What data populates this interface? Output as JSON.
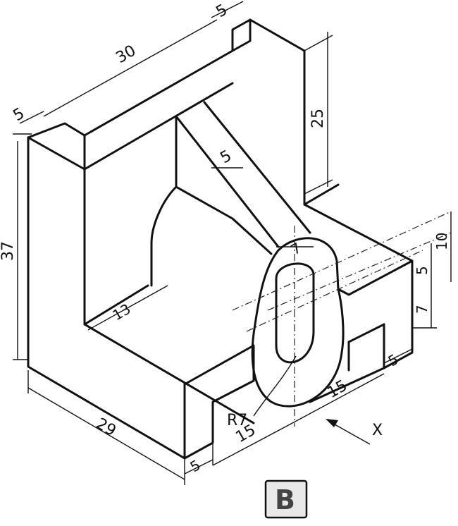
{
  "dimensions": {
    "top_width": "30",
    "top_left_thickness": "5",
    "top_right_thickness": "5",
    "back_height": "25",
    "rib_thickness": "5",
    "overall_height": "37",
    "slot_height_total": "10",
    "slot_upper": "5",
    "slot_lower": "7",
    "slot_width": "7",
    "inner_depth": "13",
    "base_depth": "29",
    "base_step": "5",
    "boss_offset_left": "15",
    "boss_offset_right": "15",
    "right_step": "5",
    "radius": "R7"
  },
  "view_direction_label": "X",
  "view_label": "B"
}
